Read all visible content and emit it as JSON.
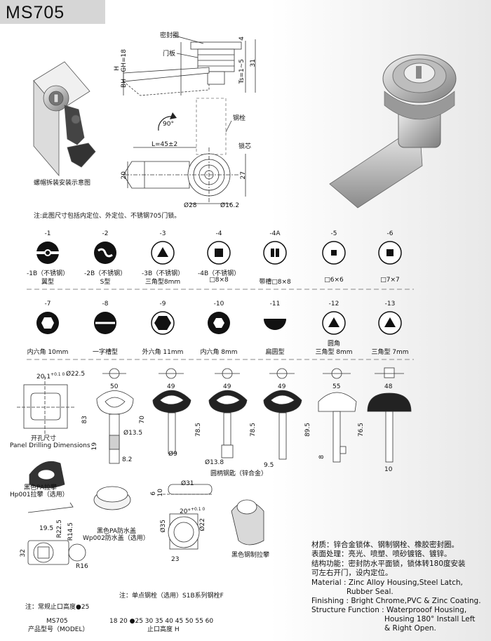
{
  "header": {
    "title": "MS705"
  },
  "top": {
    "labels": {
      "seal": "密封圈",
      "door": "门板",
      "latch": "钢栓",
      "core": "锁芯",
      "rotation": "90°",
      "length": "L=45±2",
      "h": "H",
      "gh": "GH=18",
      "bh": "BH",
      "ts": "Ts=1~5",
      "d4": "4",
      "d31": "31",
      "d20": "20",
      "d27": "27",
      "d28": "Ø28",
      "d16": "Ø16.2"
    },
    "install_caption": "螺帽拆装安装示意图",
    "note": "注:此图尺寸包括内定位、外定位、不锈钢705门锁。"
  },
  "inserts_row1": [
    {
      "code": "-1",
      "name_line1": "-1B（不锈钢）",
      "name_line2": "翼型"
    },
    {
      "code": "-2",
      "name_line1": "-2B（不锈钢）",
      "name_line2": "S型"
    },
    {
      "code": "-3",
      "name_line1": "-3B（不锈钢）",
      "name_line2": "三角型8mm"
    },
    {
      "code": "-4",
      "name_line1": "-4B（不锈钢）",
      "name_line2": "□8×8"
    },
    {
      "code": "-4A",
      "name_line1": "",
      "name_line2": "带槽□8×8"
    },
    {
      "code": "-5",
      "name_line1": "",
      "name_line2": "□6×6"
    },
    {
      "code": "-6",
      "name_line1": "",
      "name_line2": "□7×7"
    }
  ],
  "inserts_row2": [
    {
      "code": "-7",
      "name_line1": "",
      "name_line2": "内六角 10mm"
    },
    {
      "code": "-8",
      "name_line1": "",
      "name_line2": "一字槽型"
    },
    {
      "code": "-9",
      "name_line1": "",
      "name_line2": "外六角 11mm"
    },
    {
      "code": "-10",
      "name_line1": "",
      "name_line2": "内六角 8mm"
    },
    {
      "code": "-11",
      "name_line1": "",
      "name_line2": "扁圆型"
    },
    {
      "code": "-12",
      "name_line1": "圆角",
      "name_line2": "三角型 8mm"
    },
    {
      "code": "-13",
      "name_line1": "",
      "name_line2": "三角型 7mm"
    }
  ],
  "keys": {
    "drill_top": "20.1",
    "drill_tol": "+0.1 0",
    "drill_dia": "Ø22.5",
    "drill_cn": "开孔尺寸",
    "drill_en": "Panel Drilling Dimensions",
    "widths": [
      "50",
      "49",
      "49",
      "49",
      "55",
      "48"
    ],
    "heights": [
      "83",
      "70",
      "78.5",
      "78.5",
      "89.5",
      "76.5"
    ],
    "k1_d": "Ø13.5",
    "k1_19": "19",
    "k1_82": "8.2",
    "k2_d": "Ø9",
    "k3_d": "Ø13.8",
    "k5_95": "9.5",
    "k6_8": "8",
    "k6_10": "10",
    "zinc_key": "圆柄钢匙（锌合金）"
  },
  "accessories": {
    "hp001_cn": "黑色PA拉攀",
    "hp001_en": "Hp001拉攀（选用）",
    "wp002_cn": "黑色PA防水盖",
    "wp002_en": "Wp002防水盖（选用）",
    "steel_cn": "黑色钢制拉攀",
    "d195": "19.5",
    "r225": "R22.5",
    "r145": "R14.5",
    "d32": "32",
    "r16": "R16",
    "d31": "Ø31",
    "d10": "10",
    "d6": "6",
    "angle": "20°",
    "tol": "+0.1 0",
    "d35": "Ø35",
    "d22": "Ø22",
    "d23": "23"
  },
  "specs": {
    "cn_material": "材质：锌合金锁体、钢制钢栓、橡胶密封圈。",
    "cn_finish": "表面处理：亮光、喷塑、喷砂镀铬、镀锌。",
    "cn_function1": "结构功能：密封防水平面锁，锁体转180度安装",
    "cn_function2": "可左右开门，设内定位。",
    "en_material1": "Material : Zinc Alloy Housing,Steel Latch,",
    "en_material2": "Rubber Seal.",
    "en_finish": "Finishing : Bright Chrome,PVC & Zinc Coating.",
    "en_function1": "Structure Function : Waterprooof Housing,",
    "en_function2": "Housing 180° Install Left",
    "en_function3": "& Right Open."
  },
  "footer": {
    "note_latch": "注：单点钢栓（选用）S1B系列钢栓F",
    "note_height": "注：常规止口高度●25",
    "model": "MS705",
    "model_label": "产品型号（MODEL）",
    "heights": "18 20 ●25 30 35 40 45 50 55 60",
    "height_label": "止口高度 H"
  }
}
